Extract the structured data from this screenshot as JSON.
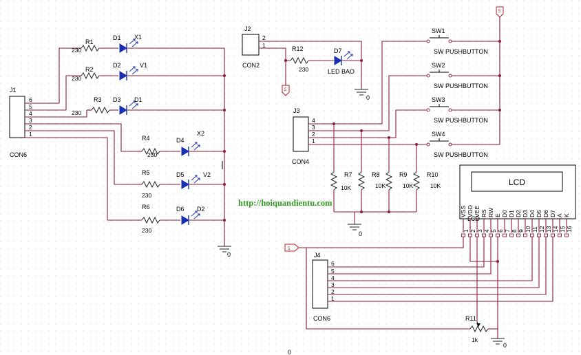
{
  "url_text": "http://hoiquandientu.com",
  "connectors": {
    "j1": {
      "ref": "J1",
      "name": "CON6",
      "pins": [
        "6",
        "5",
        "4",
        "3",
        "2",
        "1"
      ]
    },
    "j2": {
      "ref": "J2",
      "name": "CON2",
      "pins": [
        "2",
        "1"
      ]
    },
    "j3": {
      "ref": "J3",
      "name": "CON4",
      "pins": [
        "4",
        "3",
        "2",
        "1"
      ]
    },
    "j4": {
      "ref": "J4",
      "name": "CON6",
      "pins": [
        "6",
        "5",
        "4",
        "3",
        "2",
        "1"
      ]
    }
  },
  "resistors": {
    "r1": {
      "ref": "R1",
      "value": "230"
    },
    "r2": {
      "ref": "R2",
      "value": "230"
    },
    "r3": {
      "ref": "R3",
      "value": "230"
    },
    "r4": {
      "ref": "R4",
      "value": "230"
    },
    "r5": {
      "ref": "R5",
      "value": "230"
    },
    "r6": {
      "ref": "R6",
      "value": "230"
    },
    "r7": {
      "ref": "R7",
      "value": "10K"
    },
    "r8": {
      "ref": "R8",
      "value": "10K"
    },
    "r9": {
      "ref": "R9",
      "value": "10K"
    },
    "r10": {
      "ref": "R10",
      "value": "10K"
    },
    "r11": {
      "ref": "R11",
      "value": "1k"
    },
    "r12": {
      "ref": "R12",
      "value": "230"
    }
  },
  "leds": {
    "d1": {
      "ref": "D1",
      "value": "X1"
    },
    "d2": {
      "ref": "D2",
      "value": "V1"
    },
    "d3": {
      "ref": "D3",
      "value": "D1"
    },
    "d4": {
      "ref": "D4",
      "value": "X2"
    },
    "d5": {
      "ref": "D5",
      "value": "V2"
    },
    "d6": {
      "ref": "D6",
      "value": "D2"
    },
    "d7": {
      "ref": "D7",
      "value": "LED BAO"
    }
  },
  "switches": [
    {
      "ref": "SW1",
      "value": "SW PUSHBUTTON"
    },
    {
      "ref": "SW2",
      "value": "SW PUSHBUTTON"
    },
    {
      "ref": "SW3",
      "value": "SW PUSHBUTTON"
    },
    {
      "ref": "SW4",
      "value": "SW PUSHBUTTON"
    }
  ],
  "lcd": {
    "ref": "LCD",
    "display": "LCD",
    "pin_names": [
      "VSS",
      "VDD",
      "VEE",
      "RS",
      "RW",
      "E",
      "D0",
      "D1",
      "D2",
      "D3",
      "D4",
      "D5",
      "D6",
      "D7",
      "A",
      "K"
    ],
    "pin_numbers": [
      "1",
      "2",
      "3",
      "4",
      "5",
      "6",
      "7",
      "8",
      "9",
      "10",
      "11",
      "12",
      "13",
      "14",
      "15",
      "16"
    ]
  },
  "power_ports": {
    "p5v_top": "5",
    "p5v_mid": "5",
    "p5v_lcd": "5"
  },
  "grounds": {
    "g1": "0",
    "g2": "0",
    "g3": "0",
    "g4": "0"
  },
  "stray_marks": {
    "bottom": "0"
  }
}
